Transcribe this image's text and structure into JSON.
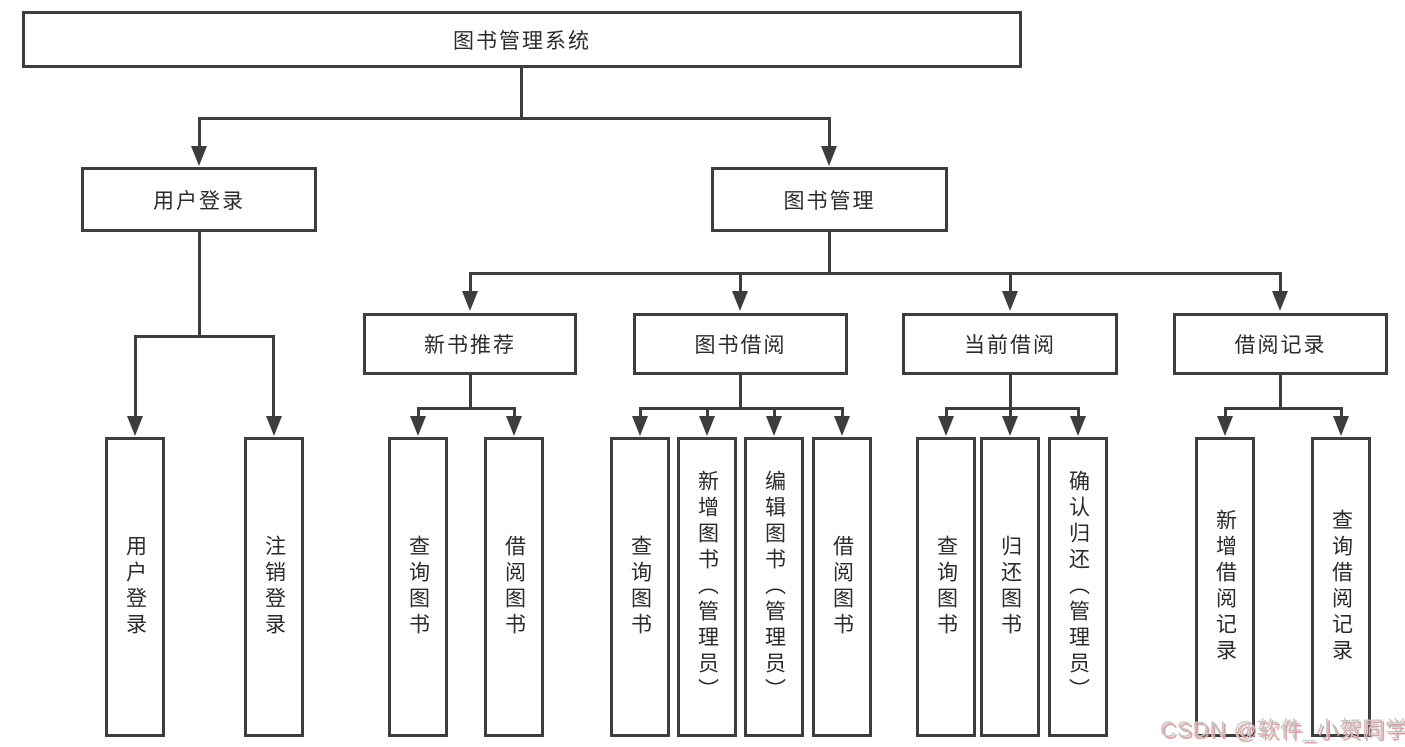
{
  "diagram_title": "图书管理系统",
  "watermark": "CSDN @软件_小贺同学",
  "colors": {
    "line": "#3d3d3d",
    "text": "#2b2b2b",
    "background": "#ffffff",
    "watermark_gray": "#c6c6c6",
    "watermark_red": "#e09e9e"
  },
  "nodes": {
    "root": {
      "label": "图书管理系统"
    },
    "user_login": {
      "label": "用户登录"
    },
    "book_mgmt": {
      "label": "图书管理"
    },
    "ul_login": {
      "label": "用户登录"
    },
    "ul_logout": {
      "label": "注销登录"
    },
    "new_book_rec": {
      "label": "新书推荐"
    },
    "book_borrow": {
      "label": "图书借阅"
    },
    "current_borrow": {
      "label": "当前借阅"
    },
    "borrow_records": {
      "label": "借阅记录"
    },
    "nbr_query": {
      "label": "查询图书"
    },
    "nbr_borrow": {
      "label": "借阅图书"
    },
    "bb_query": {
      "label": "查询图书"
    },
    "bb_add": {
      "label": "新增图书（管理员）"
    },
    "bb_edit": {
      "label": "编辑图书（管理员）"
    },
    "bb_borrow": {
      "label": "借阅图书"
    },
    "cb_query": {
      "label": "查询图书"
    },
    "cb_return": {
      "label": "归还图书"
    },
    "cb_confirm": {
      "label": "确认归还（管理员）"
    },
    "br_add": {
      "label": "新增借阅记录"
    },
    "br_query": {
      "label": "查询借阅记录"
    }
  },
  "hierarchy": {
    "root": "图书管理系统",
    "children": [
      {
        "label": "用户登录",
        "children": [
          "用户登录",
          "注销登录"
        ]
      },
      {
        "label": "图书管理",
        "children": [
          {
            "label": "新书推荐",
            "children": [
              "查询图书",
              "借阅图书"
            ]
          },
          {
            "label": "图书借阅",
            "children": [
              "查询图书",
              "新增图书（管理员）",
              "编辑图书（管理员）",
              "借阅图书"
            ]
          },
          {
            "label": "当前借阅",
            "children": [
              "查询图书",
              "归还图书",
              "确认归还（管理员）"
            ]
          },
          {
            "label": "借阅记录",
            "children": [
              "新增借阅记录",
              "查询借阅记录"
            ]
          }
        ]
      }
    ]
  }
}
